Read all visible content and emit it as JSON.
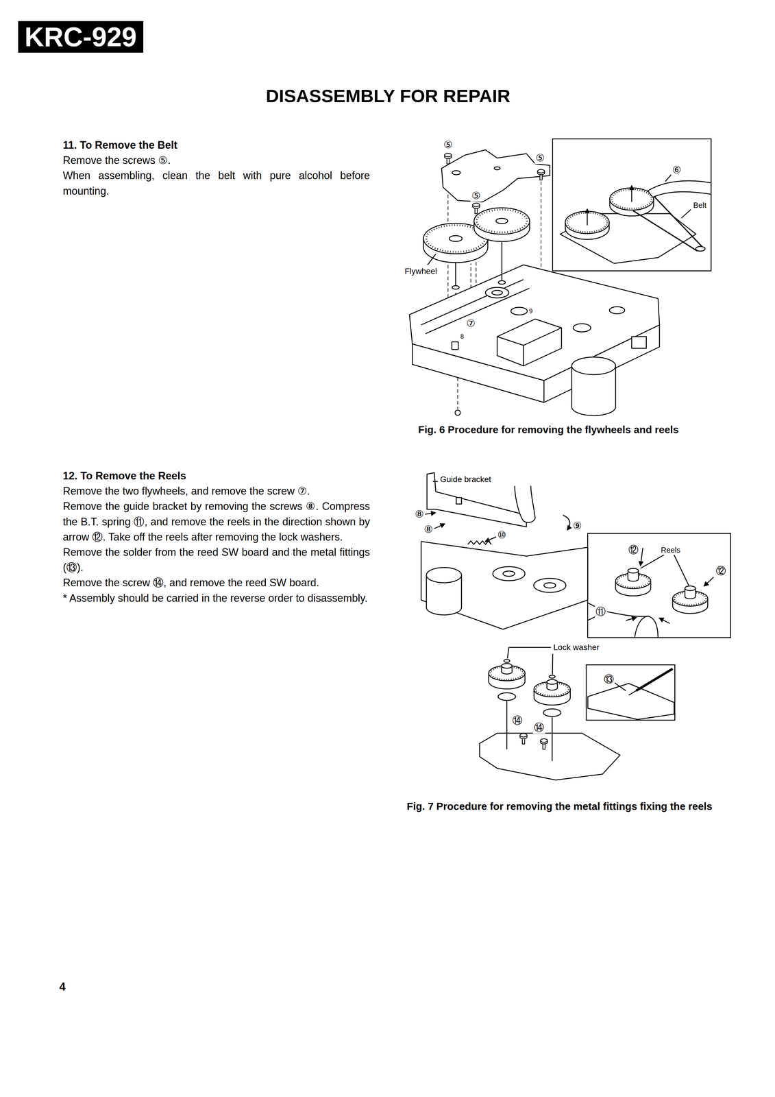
{
  "diagram": {
    "title": "DISASSEMBLY FOR REPAIR",
    "nodes": [
      {
        "text": [
          "KRC-929"
        ]
      },
      {
        "text": [
          "⑥",
          "Belt"
        ]
      },
      {
        "text": [
          "⑫",
          "Reels",
          "⑫",
          "⑪"
        ]
      },
      {
        "text": [
          "⑬"
        ]
      }
    ],
    "labels": [
      "11. To Remove the Belt",
      "Remove the screws ⑤.",
      "When assembling, clean the belt with pure alcohol before mounting.",
      "⑤",
      "⑤",
      "⑤",
      "Flywheel",
      "⑦",
      "8",
      "9",
      "Fig. 6 Procedure for removing the flywheels and reels",
      "12. To Remove the Reels",
      "Remove the two flywheels, and remove the screw ⑦.",
      "Remove the guide bracket by removing the screws ⑧. Compress the B.T. spring ⑪, and remove the reels in the direction shown by arrow ⑫. Take off the reels after removing the lock washers.",
      "Remove the solder from the reed SW board and the metal fittings (⑬).",
      "Remove the screw ⑭, and remove the reed SW board.",
      "* Assembly should be carried in the reverse order to disassembly.",
      "Guide bracket",
      "⑧",
      "⑧",
      "⑩",
      "⑨",
      "Lock washer",
      "⑭",
      "⑭",
      "Fig. 7 Procedure for removing the metal fittings fixing the reels",
      "4"
    ]
  }
}
